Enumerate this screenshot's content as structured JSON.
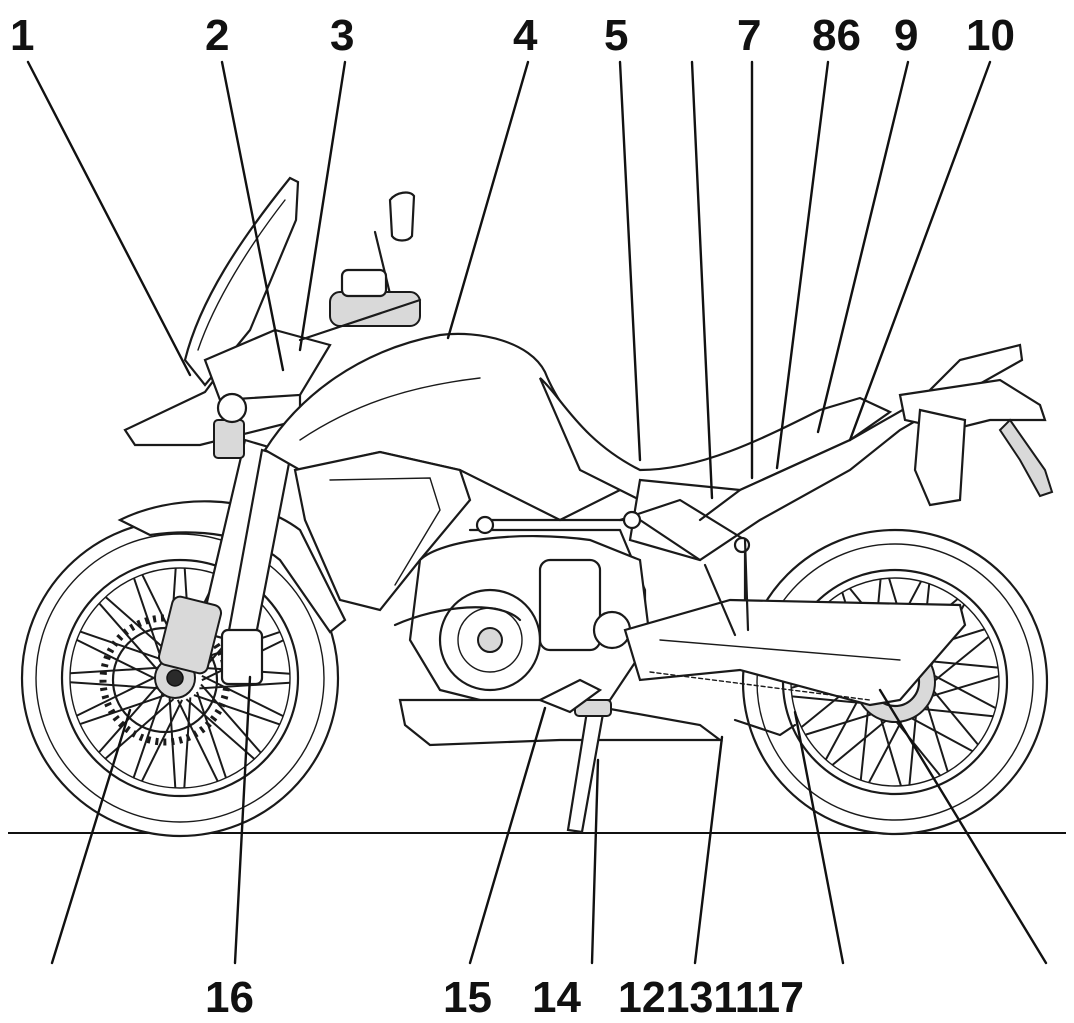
{
  "callouts_top": [
    "1",
    "2",
    "3",
    "4",
    "5",
    "7",
    "86",
    "9",
    "10"
  ],
  "callouts_bottom": [
    "16",
    "15",
    "14",
    "12131117"
  ],
  "colors": {
    "ink": "#111111",
    "background": "#ffffff",
    "panel_grey": "#d9d9d9"
  }
}
